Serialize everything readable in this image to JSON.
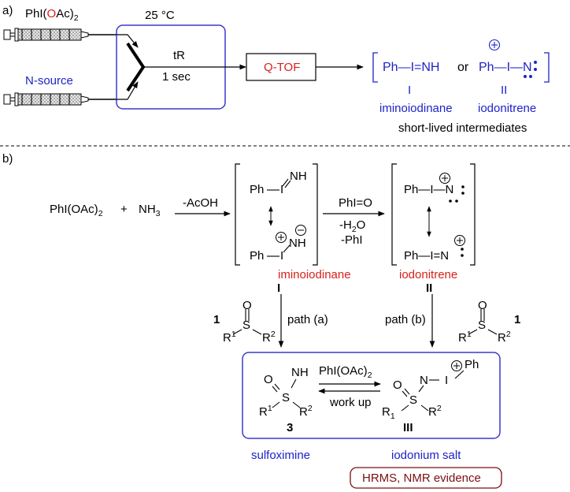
{
  "colors": {
    "blue": "#1e22c8",
    "red": "#d8211c",
    "dark_red": "#7a1010",
    "box_border": "#3a3acb"
  },
  "part_a": {
    "label": "a)",
    "reagent1_pre": "PhI(",
    "reagent1_o": "O",
    "reagent1_post": "Ac)",
    "reagent1_sub": "2",
    "reagent2": "N-source",
    "temperature": "25  °C",
    "residence_label": "tR",
    "residence_time": "1 sec",
    "detector": "Q-TOF",
    "intermediate1": "Ph—I=NH",
    "or": "or",
    "intermediate2_ph": "Ph—I—N",
    "label_I": "I",
    "label_II": "II",
    "name1": "iminoiodinane",
    "name2": "iodonitrene",
    "caption": "short-lived intermediates"
  },
  "part_b": {
    "label": "b)",
    "reactant1": "PhI(OAc)",
    "reactant1_sub": "2",
    "plus": "+",
    "reactant2": "NH",
    "reactant2_sub": "3",
    "step1_reagent": "-AcOH",
    "imino_top_ph": "Ph",
    "imino_top_i": "I",
    "imino_top_nh": "NH",
    "imino_bot_ph": "Ph",
    "imino_bot_i": "I",
    "imino_bot_nh": "NH",
    "step2_reagent": "PhI=O",
    "step2_loss1_pre": "-H",
    "step2_loss1_sub": "2",
    "step2_loss1_post": "O",
    "step2_loss2": "-PhI",
    "nitrene_top": "Ph—I—N",
    "nitrene_bot": "Ph—I=N",
    "name_imino": "iminoiodinane",
    "label_I": "I",
    "name_nitrene": "iodonitrene",
    "label_II": "II",
    "sulfoxide_label": "1",
    "path_a": "path (a)",
    "path_b": "path (b)",
    "sulfoxide_label2": "1",
    "s": "S",
    "o": "O",
    "r1": "R",
    "r1_sup": "1",
    "r2": "R",
    "r2_sup": "2",
    "product_nh": "NH",
    "product_label": "3",
    "forward_reagent": "PhI(OAc)",
    "forward_reagent_sub": "2",
    "reverse_reagent": "work up",
    "salt_ph": "Ph",
    "salt_n": "N",
    "salt_i": "I",
    "salt_r1": "R",
    "salt_r1_sub": "1",
    "salt_label": "III",
    "name_product": "sulfoximine",
    "name_salt": "iodonium salt",
    "evidence": "HRMS, NMR evidence"
  }
}
